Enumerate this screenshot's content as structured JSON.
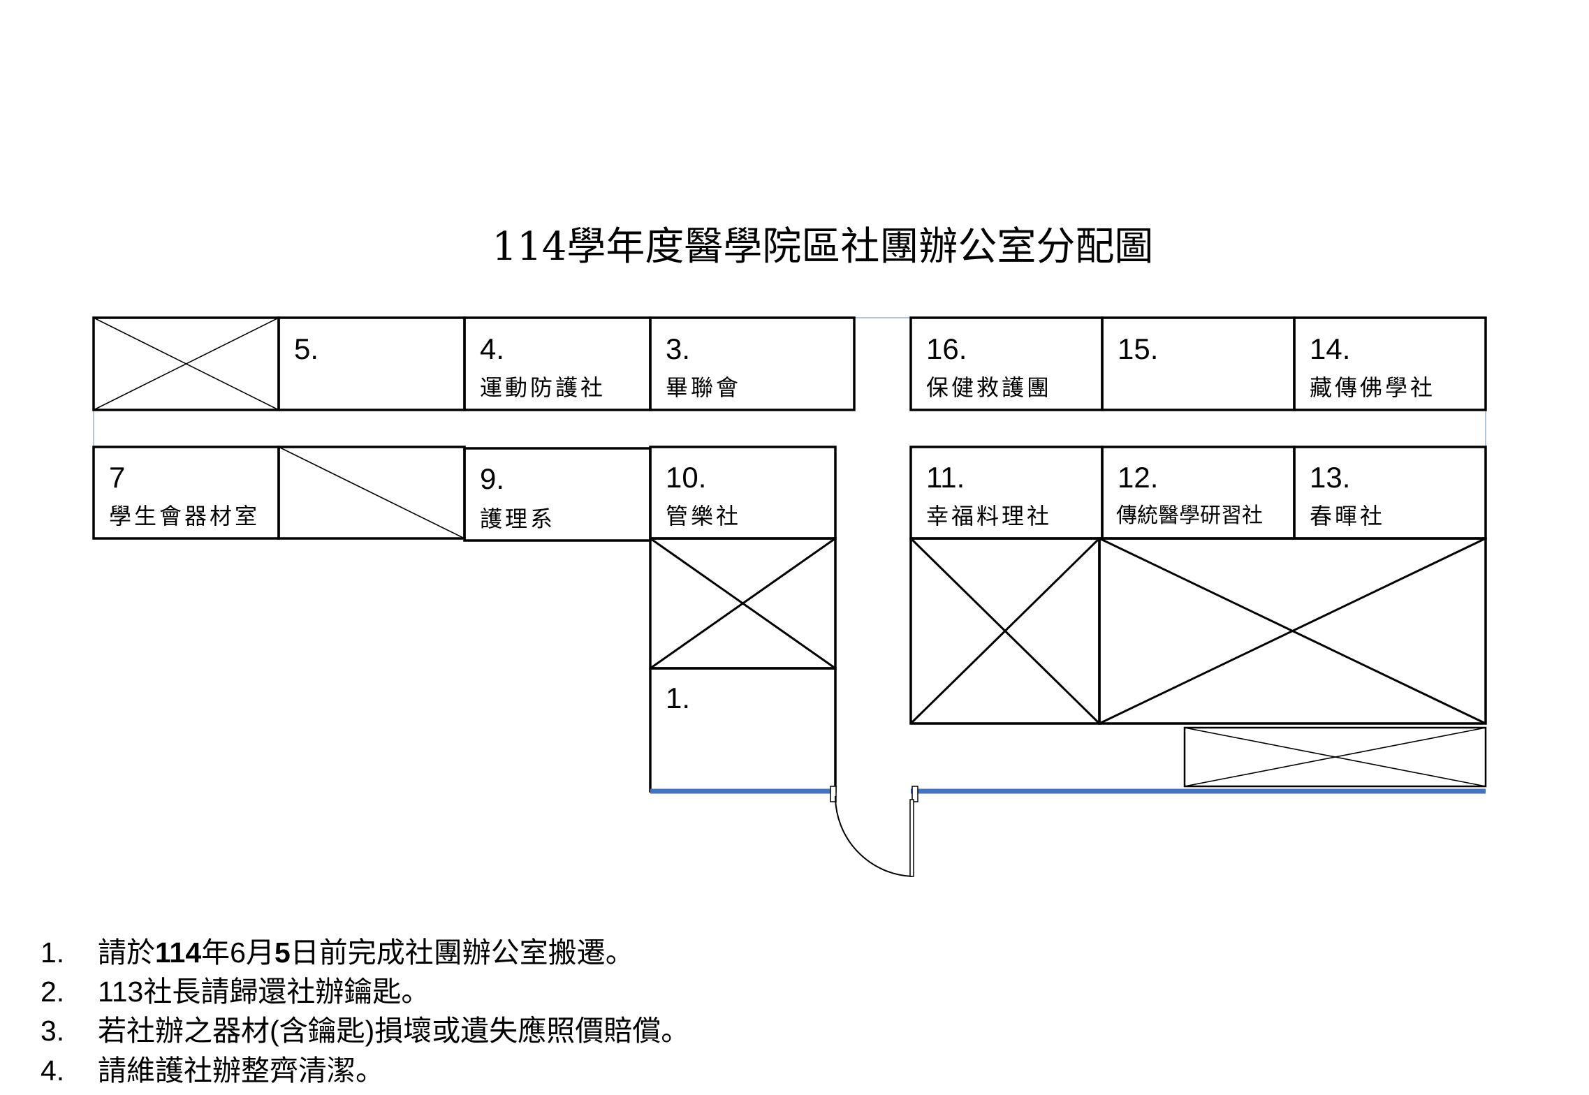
{
  "title": "114學年度醫學院區社團辦公室分配圖",
  "rooms": {
    "r5": {
      "num": "5.",
      "label": ""
    },
    "r4": {
      "num": "4.",
      "label": "運動防護社"
    },
    "r3": {
      "num": "3.",
      "label": "畢聯會"
    },
    "r16": {
      "num": "16.",
      "label": "保健救護團"
    },
    "r15": {
      "num": "15.",
      "label": ""
    },
    "r14": {
      "num": "14.",
      "label": "藏傳佛學社"
    },
    "r7": {
      "num": "7",
      "label": "學生會器材室"
    },
    "r9": {
      "num": "9.",
      "label": "護理系"
    },
    "r10": {
      "num": "10.",
      "label": "管樂社"
    },
    "r11": {
      "num": "11.",
      "label": "幸福料理社"
    },
    "r12": {
      "num": "12.",
      "label": "傳統醫學研習社"
    },
    "r13": {
      "num": "13.",
      "label": "春暉社"
    },
    "r1": {
      "num": "1.",
      "label": ""
    }
  },
  "notes": [
    {
      "num": "1.",
      "parts": [
        "請於",
        "114",
        "年6月",
        "5",
        "日前完成社團辦公室搬遷。"
      ]
    },
    {
      "num": "2.",
      "text": "113社長請歸還社辦鑰匙。"
    },
    {
      "num": "3.",
      "text": "若社辦之器材(含鑰匙)損壞或遺失應照價賠償。"
    },
    {
      "num": "4.",
      "text": "請維護社辦整齊清潔。"
    }
  ],
  "colors": {
    "wall_accent": "#4472c4",
    "line": "#000000"
  }
}
